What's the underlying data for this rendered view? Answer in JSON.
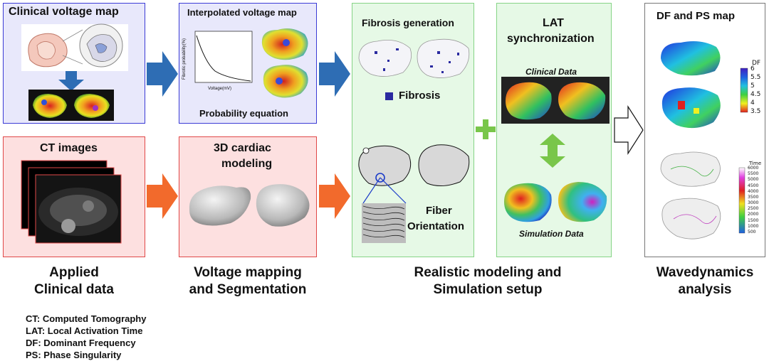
{
  "panels": {
    "clinical_voltage_map": {
      "title": "Clinical voltage map"
    },
    "interpolated": {
      "title": "Interpolated voltage map",
      "subtitle": "Probability equation",
      "plot": {
        "ylabel": "Fibrotic probability(%)",
        "xlabel": "Voltage(mV)"
      }
    },
    "ct_images": {
      "title": "CT images"
    },
    "cardiac_modeling": {
      "title_line1": "3D cardiac",
      "title_line2": "modeling"
    },
    "fibrosis": {
      "title": "Fibrosis generation",
      "legend": "Fibrosis",
      "fiber_line1": "Fiber",
      "fiber_line2": "Orientation"
    },
    "lat": {
      "title_line1": "LAT",
      "title_line2": "synchronization",
      "clinical": "Clinical Data",
      "simulation": "Simulation Data"
    },
    "df_ps": {
      "title": "DF and PS map",
      "df_legend": {
        "title": "DF",
        "ticks": [
          "6",
          "5.5",
          "5",
          "4.5",
          "4",
          "3.5"
        ]
      },
      "time_legend": {
        "title": "Time",
        "ticks": [
          "6000",
          "5500",
          "5000",
          "4500",
          "4000",
          "3500",
          "3000",
          "2500",
          "2000",
          "1500",
          "1000",
          "500"
        ]
      }
    }
  },
  "stages": [
    {
      "line1": "Applied",
      "line2": "Clinical data"
    },
    {
      "line1": "Voltage mapping",
      "line2": "and Segmentation"
    },
    {
      "line1": "Realistic modeling and",
      "line2": "Simulation setup"
    },
    {
      "line1": "Wavedynamics",
      "line2": "analysis"
    }
  ],
  "abbreviations": [
    "CT: Computed Tomography",
    "LAT: Local Activation Time",
    "DF: Dominant Frequency",
    "PS: Phase Singularity"
  ],
  "colors": {
    "blue_panel_bg": "#e8e8fb",
    "blue_panel_border": "#3b3bd6",
    "red_panel_bg": "#fde0e0",
    "red_panel_border": "#e04848",
    "green_panel_bg": "#e6f9e6",
    "green_panel_border": "#86d486",
    "blue_arrow": "#2e6db4",
    "orange_arrow": "#f26a2c",
    "green_accent": "#79c64a"
  }
}
